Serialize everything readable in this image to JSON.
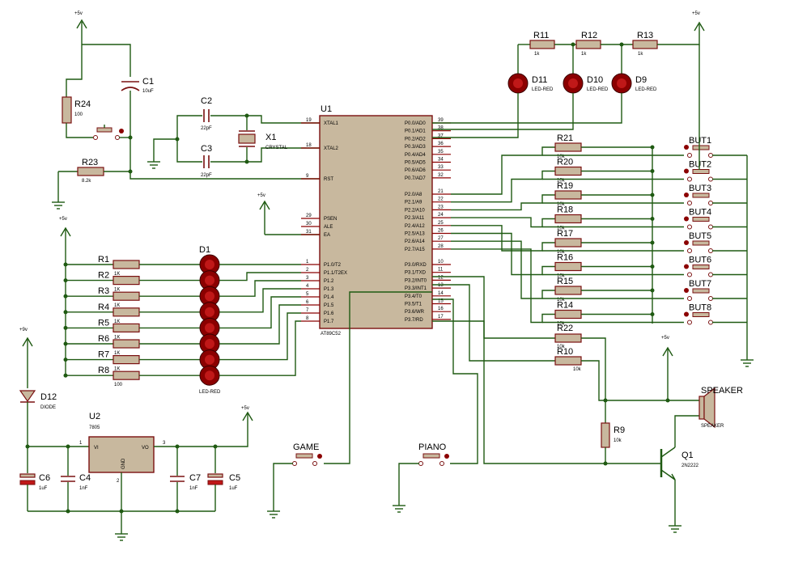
{
  "labels": {
    "vcc5_a": "+5v",
    "vcc5_b": "+5v",
    "vcc5_c": "+5v",
    "vcc5_d": "+5v",
    "vcc5_e": "+5v",
    "vcc5_f": "+5v",
    "vcc9": "+9v",
    "C1": "C1",
    "C1v": "10uF",
    "R24": "R24",
    "R24v": "100",
    "R23": "R23",
    "R23v": "8.2k",
    "C2": "C2",
    "C2v": "22pF",
    "C3": "C3",
    "C3v": "22pF",
    "X1": "X1",
    "X1v": "CRYSTAL",
    "U1": "U1",
    "U1v": "AT89C52",
    "R11": "R11",
    "R12": "R12",
    "R13": "R13",
    "rk": "1k",
    "D11": "D11",
    "D10": "D10",
    "D9": "D9",
    "ledred": "LED-RED",
    "D1": "D1",
    "D1v": "LED-RED",
    "R22": "R22",
    "R22v": "10k",
    "R10": "R10",
    "R10v": "10k",
    "R9": "R9",
    "R9v": "10k",
    "Q1": "Q1",
    "Q1v": "2N2222",
    "SPK": "SPEAKER",
    "SPKv": "SPEAKER",
    "GAME": "GAME",
    "PIANO": "PIANO",
    "D12": "D12",
    "D12v": "DIODE",
    "U2": "U2",
    "U2v": "7805",
    "VI": "VI",
    "VO": "VO",
    "GND": "GND",
    "C6": "C6",
    "C6v": "1uF",
    "C4": "C4",
    "C4v": "1nF",
    "C7": "C7",
    "C7v": "1nF",
    "C5": "C5",
    "C5v": "1uF",
    "u2p1": "1",
    "u2p3": "3",
    "u2p2": "2"
  },
  "ic_left_pins": [
    {
      "num": "19",
      "name": "XTAL1"
    },
    {
      "num": "18",
      "name": "XTAL2"
    },
    {
      "num": "9",
      "name": "RST"
    },
    {
      "num": "29",
      "name": "PSEN"
    },
    {
      "num": "30",
      "name": "ALE"
    },
    {
      "num": "31",
      "name": "EA"
    },
    {
      "num": "1",
      "name": "P1.0/T2"
    },
    {
      "num": "2",
      "name": "P1.1/T2EX"
    },
    {
      "num": "3",
      "name": "P1.2"
    },
    {
      "num": "4",
      "name": "P1.3"
    },
    {
      "num": "5",
      "name": "P1.4"
    },
    {
      "num": "6",
      "name": "P1.5"
    },
    {
      "num": "7",
      "name": "P1.6"
    },
    {
      "num": "8",
      "name": "P1.7"
    }
  ],
  "ic_right_pins": [
    {
      "num": "39",
      "name": "P0.0/AD0"
    },
    {
      "num": "38",
      "name": "P0.1/AD1"
    },
    {
      "num": "37",
      "name": "P0.2/AD2"
    },
    {
      "num": "36",
      "name": "P0.3/AD3"
    },
    {
      "num": "35",
      "name": "P0.4/AD4"
    },
    {
      "num": "34",
      "name": "P0.5/AD5"
    },
    {
      "num": "33",
      "name": "P0.6/AD6"
    },
    {
      "num": "32",
      "name": "P0.7/AD7"
    },
    {
      "num": "21",
      "name": "P2.0/A8"
    },
    {
      "num": "22",
      "name": "P2.1/A9"
    },
    {
      "num": "23",
      "name": "P2.2/A10"
    },
    {
      "num": "24",
      "name": "P2.3/A11"
    },
    {
      "num": "25",
      "name": "P2.4/A12"
    },
    {
      "num": "26",
      "name": "P2.5/A13"
    },
    {
      "num": "27",
      "name": "P2.6/A14"
    },
    {
      "num": "28",
      "name": "P2.7/A15"
    },
    {
      "num": "10",
      "name": "P3.0/RXD"
    },
    {
      "num": "11",
      "name": "P3.1/TXD"
    },
    {
      "num": "12",
      "name": "P3.2/INT0"
    },
    {
      "num": "13",
      "name": "P3.3/INT1"
    },
    {
      "num": "14",
      "name": "P3.4/T0"
    },
    {
      "num": "15",
      "name": "P3.5/T1"
    },
    {
      "num": "16",
      "name": "P3.6/WR"
    },
    {
      "num": "17",
      "name": "P3.7/RD"
    }
  ],
  "led_resistors": [
    {
      "ref": "R1",
      "value": "1K"
    },
    {
      "ref": "R2",
      "value": "1K"
    },
    {
      "ref": "R3",
      "value": "1K"
    },
    {
      "ref": "R4",
      "value": "1K"
    },
    {
      "ref": "R5",
      "value": "1K"
    },
    {
      "ref": "R6",
      "value": "1K"
    },
    {
      "ref": "R7",
      "value": "1K"
    },
    {
      "ref": "R8",
      "value": "100"
    }
  ],
  "button_rows": [
    {
      "res": "R21",
      "value": "10k",
      "btn": "BUT1"
    },
    {
      "res": "R20",
      "value": "10k",
      "btn": "BUT2"
    },
    {
      "res": "R19",
      "value": "10k",
      "btn": "BUT3"
    },
    {
      "res": "R18",
      "value": "10k",
      "btn": "BUT4"
    },
    {
      "res": "R17",
      "value": "10k",
      "btn": "BUT5"
    },
    {
      "res": "R16",
      "value": "10k",
      "btn": "BUT6"
    },
    {
      "res": "R15",
      "value": "10k",
      "btn": "BUT7"
    },
    {
      "res": "R14",
      "value": "10k",
      "btn": "BUT8"
    }
  ]
}
